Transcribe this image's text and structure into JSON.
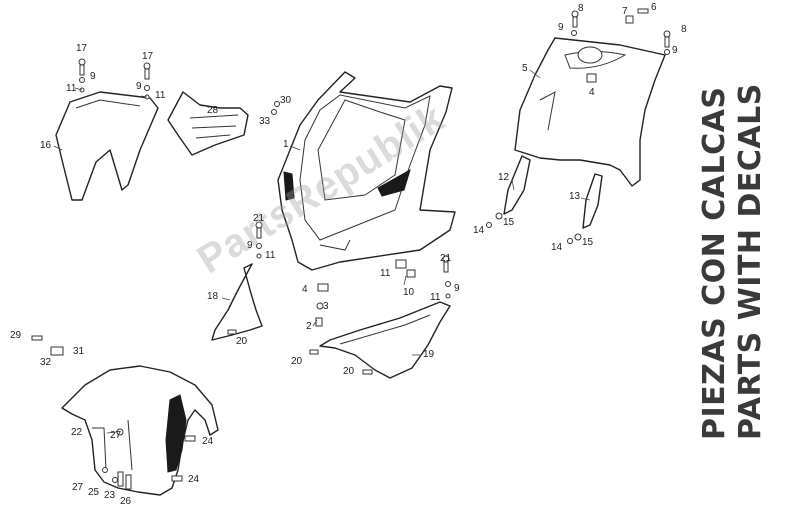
{
  "watermark": "PartsRepublik",
  "title_lines": [
    "PIEZAS CON CALCAS",
    "PARTS WITH DECALS"
  ],
  "callouts": {
    "c1": "1",
    "c2": "2",
    "c3": "3",
    "c4a": "4",
    "c4b": "4",
    "c5": "5",
    "c6": "6",
    "c7": "7",
    "c8a": "8",
    "c8b": "8",
    "c9a": "9",
    "c9b": "9",
    "c9c": "9",
    "c9d": "9",
    "c9e": "9",
    "c9f": "9",
    "c10": "10",
    "c11a": "11",
    "c11b": "11",
    "c11c": "11",
    "c11d": "11",
    "c11e": "11",
    "c12": "12",
    "c13": "13",
    "c14a": "14",
    "c14b": "14",
    "c15a": "15",
    "c15b": "15",
    "c16": "16",
    "c17a": "17",
    "c17b": "17",
    "c18": "18",
    "c19": "19",
    "c20a": "20",
    "c20b": "20",
    "c20c": "20",
    "c21a": "21",
    "c21b": "21",
    "c22": "22",
    "c23": "23",
    "c24a": "24",
    "c24b": "24",
    "c25": "25",
    "c26": "26",
    "c27a": "27",
    "c27b": "27",
    "c28": "28",
    "c29": "29",
    "c30": "30",
    "c31": "31",
    "c32": "32",
    "c33": "33"
  }
}
